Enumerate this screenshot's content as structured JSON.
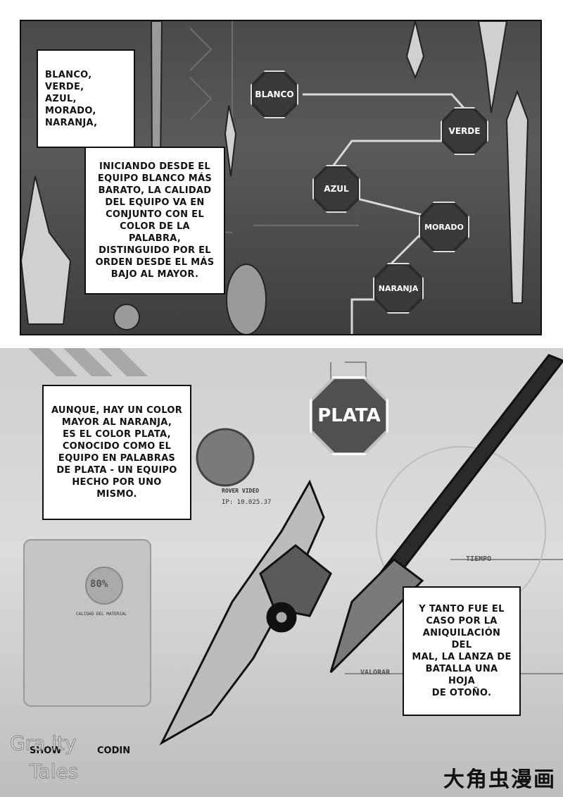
{
  "top_panel": {
    "caption_1": "BLANCO, VERDE,\nAZUL, MORADO,\nNARANJA,",
    "caption_2": "INICIANDO DESDE EL\nEQUIPO BLANCO MÁS\nBARATO, LA CALIDAD\nDEL EQUIPO VA EN\nCONJUNTO CON EL\nCOLOR DE LA PALABRA,\nDISTINGUIDO POR EL\nORDEN DESDE EL MÁS\nBAJO AL MAYOR.",
    "badges": {
      "blanco": "BLANCO",
      "verde": "VERDE",
      "azul": "AZUL",
      "morado": "MORADO",
      "naranja": "NARANJA"
    }
  },
  "bottom_panel": {
    "caption_3": "AUNQUE, HAY UN COLOR\nMAYOR AL NARANJA,\nES EL COLOR PLATA,\nCONOCIDO COMO EL\nEQUIPO EN PALABRAS\nDE PLATA - UN EQUIPO\nHECHO POR UNO MISMO.",
    "caption_4": "Y TANTO FUE EL\nCASO POR LA\nANIQUILACIÓN DEL\nMAL, LA LANZA DE\nBATALLA UNA HOJA\nDE OTOÑO.",
    "plata_badge": "PLATA",
    "hud": {
      "video_label": "ROVER VIDEO",
      "ip": "IP: 10.025.37",
      "percent": "80%",
      "material": "CALIDAD DEL MATERIAL",
      "tiempo": "TIEMPO",
      "valorar": "VALORAR",
      "show": "SHOW",
      "codin": "CODIN"
    }
  },
  "watermark": {
    "line1": "Gra ity",
    "line2": "Tales"
  },
  "logo": "大角虫漫画"
}
